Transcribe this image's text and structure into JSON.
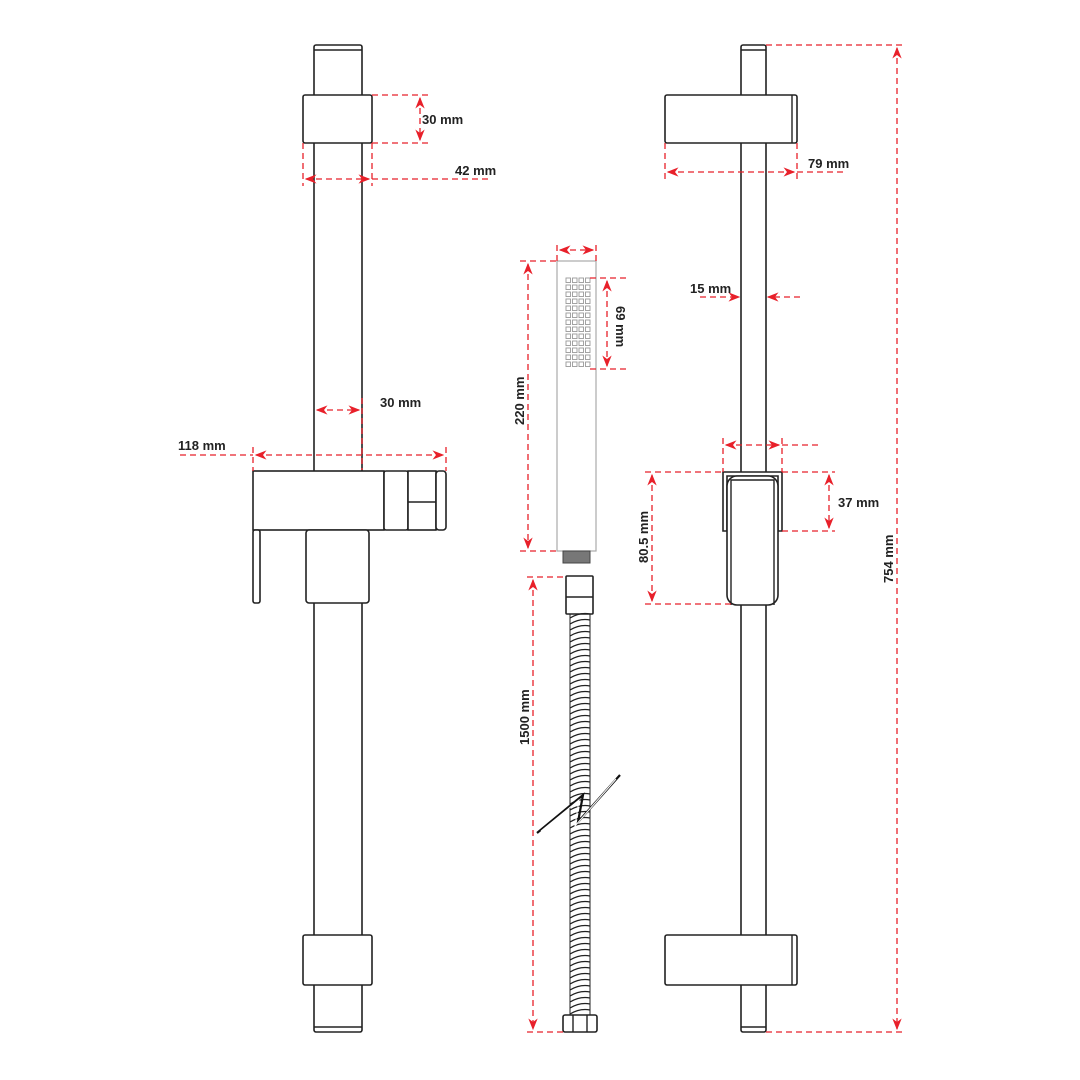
{
  "diagram": {
    "title": "Shower slide rail kit technical drawing",
    "accent_color": "#e8202a",
    "line_color": "#222222",
    "dimensions": {
      "slider_height": "30 mm",
      "slider_width": "42 mm",
      "rail_to_bracket": "30 mm",
      "bracket_width": "118 mm",
      "handset_length": "220 mm",
      "spray_face": "69 mm",
      "hose_length": "1500 mm",
      "side_slider_depth": "79 mm",
      "rail_diameter": "15 mm",
      "holder_height": "80.5 mm",
      "holder_clip": "37 mm",
      "rail_length": "754 mm"
    }
  }
}
